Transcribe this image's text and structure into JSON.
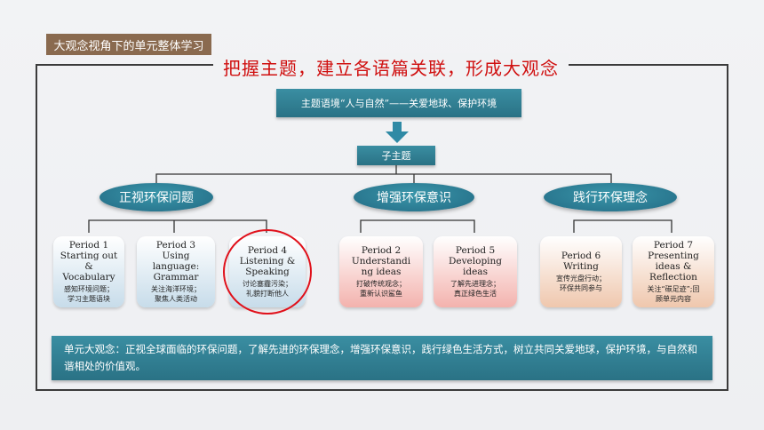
{
  "tag": "大观念视角下的单元整体学习",
  "headline": "把握主题，建立各语篇关联，形成大观念",
  "theme": "主题语境“人与自然”——关爱地球、保护环境",
  "sub_topic": "子主题",
  "groups": [
    {
      "label": "正视环保问题"
    },
    {
      "label": "增强环保意识"
    },
    {
      "label": "践行环保理念"
    }
  ],
  "periods": [
    {
      "title": "Period 1\nStarting out\n&\nVocabulary",
      "cn": "感知环境问题；\n学习主题语块"
    },
    {
      "title": "Period 3\nUsing\nlanguage:\nGrammar",
      "cn": "关注海洋环境；\n聚焦人类活动"
    },
    {
      "title": "Period 4\nListening &\nSpeaking",
      "cn": "讨论塞霾污染；\n礼貌打断他人"
    },
    {
      "title": "Period 2\nUnderstandi\nng ideas",
      "cn": "打破传统观念；\n重新认识鲨鱼"
    },
    {
      "title": "Period 5\nDeveloping\nideas",
      "cn": "了解先进理念；\n真正绿色生活"
    },
    {
      "title": "Period 6\nWriting",
      "cn": "宣传光盘行动；\n环保共同参与"
    },
    {
      "title": "Period 7\nPresenting\nideas &\nReflection",
      "cn": "关注“碳足迹”;回\n顾单元内容"
    }
  ],
  "big_idea": "单元大观念：正视全球面临的环保问题，了解先进的环保理念，增强环保意识，践行绿色生活方式，树立共同关爱地球，保护环境，与自然和谐相处的价值观。",
  "colors": {
    "teal": "#2a7285",
    "red": "#e0101a",
    "tag_brown": "#8a6a4f"
  }
}
